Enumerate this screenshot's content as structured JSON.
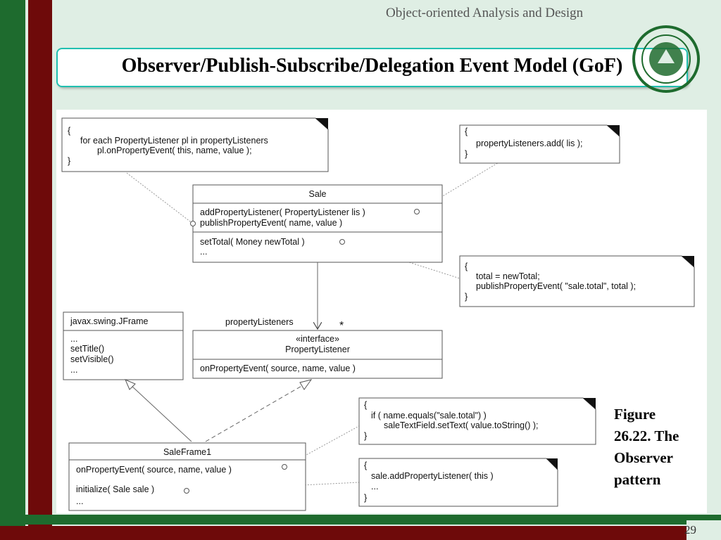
{
  "header": {
    "course_title": "Object-oriented Analysis and Design",
    "slide_title": "Observer/Publish-Subscribe/Delegation Event Model (GoF)"
  },
  "diagram": {
    "notes": {
      "publish": [
        "{",
        "for each PropertyListener pl in propertyListeners",
        "pl.onPropertyEvent( this, name, value );",
        "}"
      ],
      "add": [
        "{",
        "propertyListeners.add( lis );",
        "}"
      ],
      "set_total": [
        "{",
        "total = newTotal;",
        "publishPropertyEvent( \"sale.total\", total );",
        "}"
      ],
      "on_event": [
        "{",
        "if ( name.equals(\"sale.total\") )",
        "saleTextField.setText( value.toString() );",
        "}"
      ],
      "initialize": [
        "{",
        "sale.addPropertyListener( this )",
        "...",
        "}"
      ]
    },
    "sale": {
      "name": "Sale",
      "ops1": [
        "addPropertyListener( PropertyListener lis )",
        "publishPropertyEvent( name, value )"
      ],
      "ops2": [
        "setTotal( Money newTotal )",
        "..."
      ]
    },
    "jframe": {
      "name": "javax.swing.JFrame",
      "ops": [
        "...",
        "setTitle()",
        "setVisible()",
        "..."
      ]
    },
    "property_listener": {
      "stereotype": "«interface»",
      "name": "PropertyListener",
      "ops": [
        "onPropertyEvent( source, name, value )"
      ]
    },
    "association": {
      "role": "propertyListeners",
      "multiplicity": "*"
    },
    "saleframe": {
      "name": "SaleFrame1",
      "ops": [
        "onPropertyEvent( source, name, value )",
        "initialize( Sale sale )",
        "..."
      ]
    }
  },
  "caption": {
    "lines": [
      "Figure",
      "26.22.  The",
      "Observer",
      "pattern"
    ]
  },
  "page_number": "29",
  "colors": {
    "dark_green": "#1e6b2e",
    "dark_red": "#6e0a0a",
    "title_border": "#20c0b0"
  }
}
